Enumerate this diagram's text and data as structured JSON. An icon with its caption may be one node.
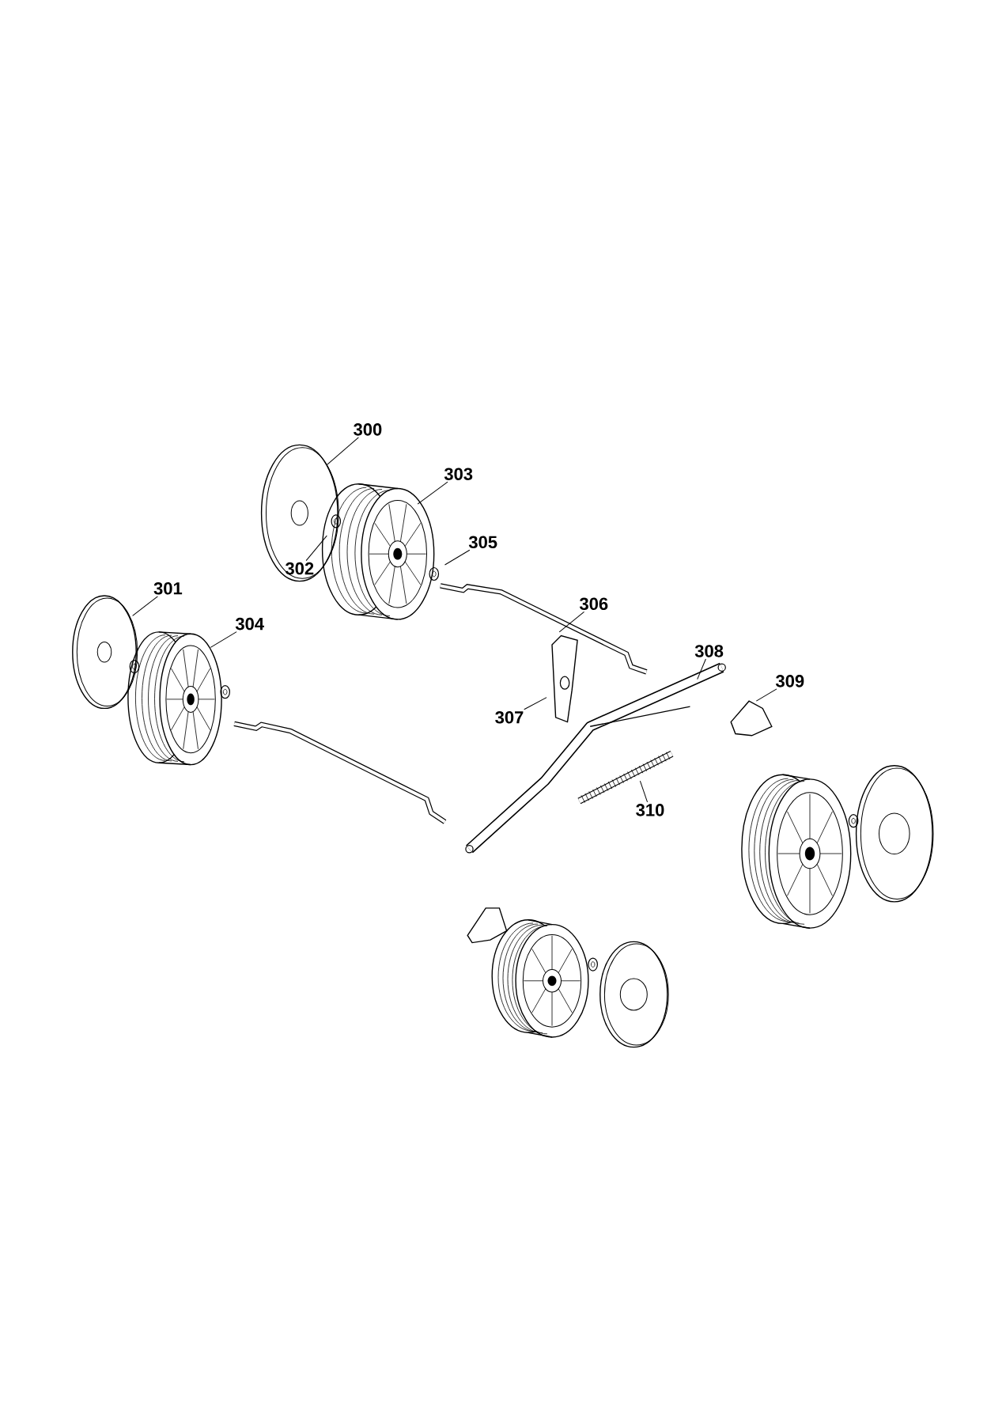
{
  "diagram": {
    "nodes": [
      {
        "text": [
          "300"
        ]
      },
      {
        "text": [
          "303"
        ]
      },
      {
        "text": [
          "302"
        ]
      },
      {
        "text": [
          "305"
        ]
      },
      {
        "text": [
          "301"
        ]
      },
      {
        "text": [
          "304"
        ]
      },
      {
        "text": [
          "306"
        ]
      },
      {
        "text": [
          "308"
        ]
      },
      {
        "text": [
          "309"
        ]
      },
      {
        "text": [
          "307"
        ]
      },
      {
        "text": [
          "310"
        ]
      }
    ],
    "edges": [
      {
        "from": 0,
        "to": null,
        "arrow": "none"
      },
      {
        "from": 1,
        "to": null,
        "arrow": "none"
      },
      {
        "from": 2,
        "to": null,
        "arrow": "none"
      },
      {
        "from": 3,
        "to": null,
        "arrow": "none"
      },
      {
        "from": 4,
        "to": null,
        "arrow": "none"
      },
      {
        "from": 5,
        "to": null,
        "arrow": "none"
      },
      {
        "from": 6,
        "to": null,
        "arrow": "none"
      },
      {
        "from": 7,
        "to": null,
        "arrow": "none"
      },
      {
        "from": 8,
        "to": null,
        "arrow": "none"
      },
      {
        "from": 9,
        "to": null,
        "arrow": "none"
      },
      {
        "from": 10,
        "to": null,
        "arrow": "none"
      }
    ]
  }
}
